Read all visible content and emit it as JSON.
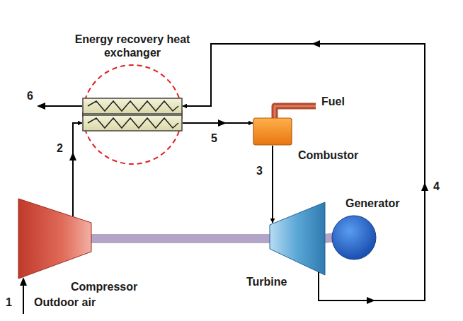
{
  "diagram": {
    "nodes": [
      {
        "text": [
          "Energy recovery heat exchanger"
        ]
      },
      {
        "text": [
          "Combustor"
        ]
      },
      {
        "text": [
          "Compressor"
        ]
      },
      {
        "text": [
          "Turbine"
        ]
      },
      {
        "text": [
          "Generator"
        ]
      }
    ],
    "edges": [
      {
        "from": 2,
        "to": 0,
        "arrow": "to"
      },
      {
        "from": 0,
        "to": 1,
        "arrow": "to"
      },
      {
        "from": 1,
        "to": 3,
        "arrow": "to"
      },
      {
        "from": 3,
        "to": 0,
        "arrow": "to"
      },
      {
        "from": 2,
        "to": 3,
        "arrow": "none"
      },
      {
        "from": 3,
        "to": 4,
        "arrow": "none"
      }
    ],
    "labels": [
      "1",
      "Outdoor air",
      "2",
      "6",
      "5",
      "3",
      "4",
      "Fuel"
    ]
  }
}
